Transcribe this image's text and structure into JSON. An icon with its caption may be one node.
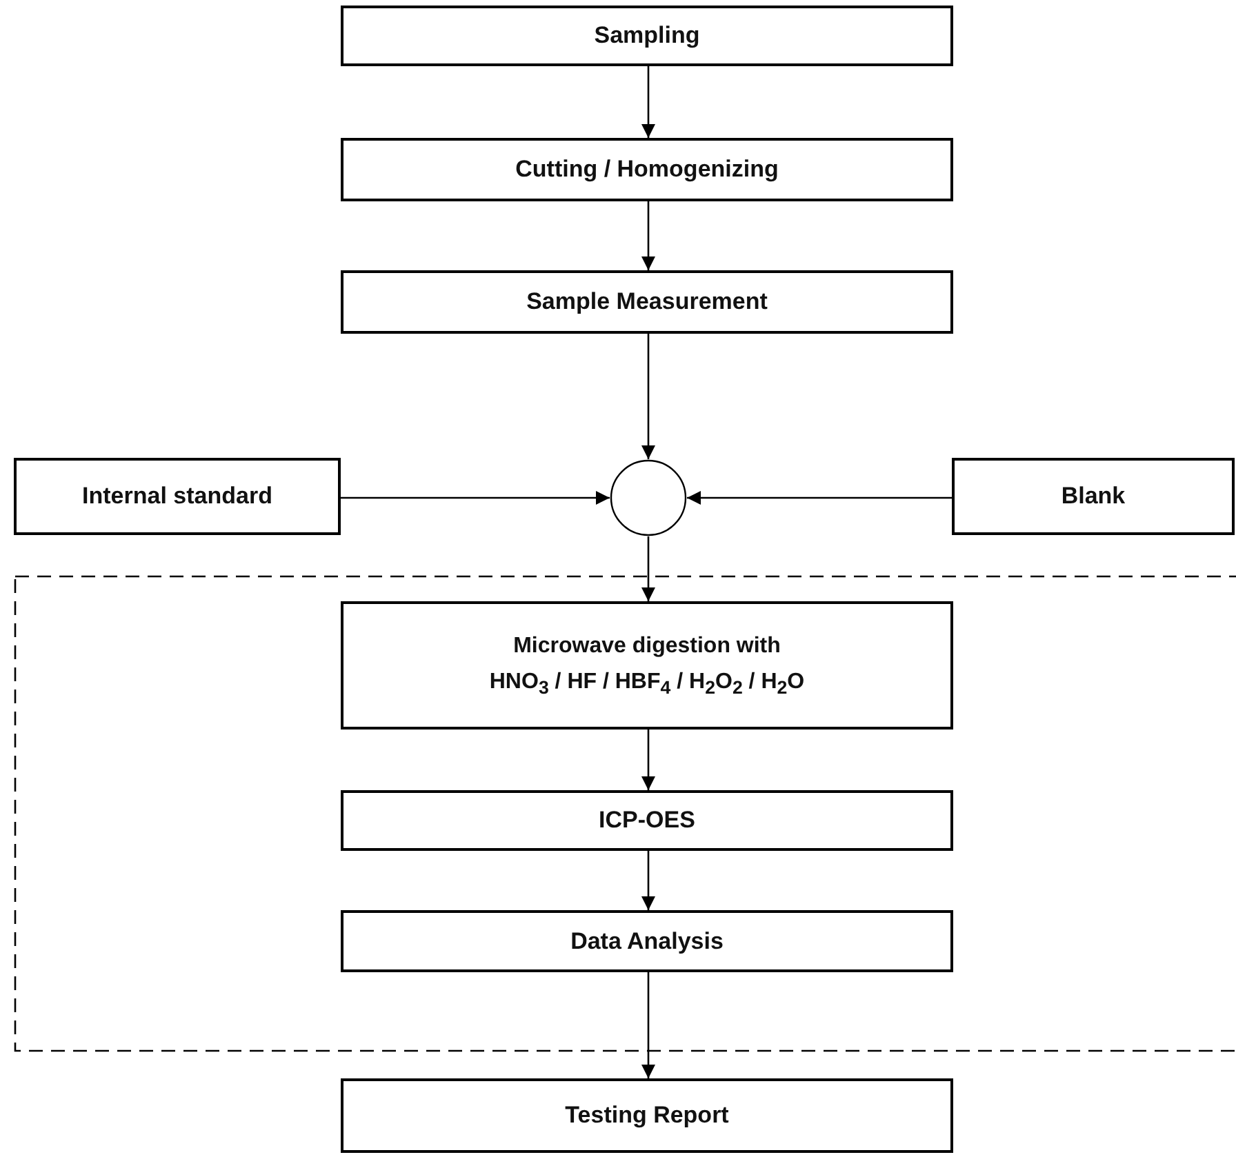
{
  "diagram": {
    "nodes": [
      {
        "text": [
          "Sampling"
        ]
      },
      {
        "text": [
          "Cutting / Homogenizing"
        ]
      },
      {
        "text": [
          "Sample Measurement"
        ]
      },
      {
        "text": [
          "Internal standard"
        ]
      },
      {
        "text": [],
        "shape": "circle"
      },
      {
        "text": [
          "Blank"
        ]
      },
      {
        "text": [],
        "shape": "box"
      },
      {
        "text": [
          "Microwave digestion with HNO$_{3}$ / HF / HBF$_{4}$ / H$_{2}$O$_{2}$ / H$_{2}$O"
        ],
        "in": 6
      },
      {
        "text": [
          "ICP-OES"
        ],
        "in": 6
      },
      {
        "text": [
          "Data Analysis"
        ],
        "in": 6
      },
      {
        "text": [
          "Testing Report"
        ]
      }
    ],
    "edges": [
      {
        "from": 0,
        "to": 1,
        "arrow": "to"
      },
      {
        "from": 1,
        "to": 2,
        "arrow": "to"
      },
      {
        "from": 2,
        "to": 4,
        "arrow": "to"
      },
      {
        "from": 3,
        "to": 4,
        "arrow": "to"
      },
      {
        "from": 5,
        "to": 4,
        "arrow": "to"
      },
      {
        "from": 4,
        "to": 7,
        "arrow": "to"
      },
      {
        "from": 7,
        "to": 8,
        "arrow": "to"
      },
      {
        "from": 8,
        "to": 9,
        "arrow": "to"
      },
      {
        "from": 9,
        "to": 10,
        "arrow": "to"
      }
    ]
  }
}
